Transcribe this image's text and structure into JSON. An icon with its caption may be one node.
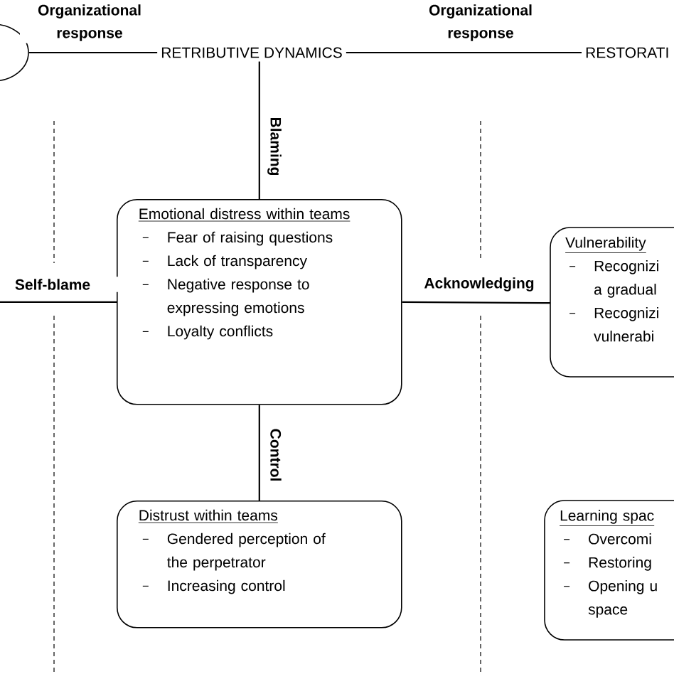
{
  "diagram": {
    "nodes": [
      {
        "text": [],
        "shape": "ellipse"
      },
      {
        "text": [
          "RETRIBUTIVE DYNAMICS"
        ]
      },
      {
        "text": [
          "RESTORATI"
        ]
      },
      {
        "text": [
          "Emotional distress within teams",
          "Fear of raising questions",
          "Lack of transparency",
          "Negative response to expressing emotions",
          "Loyalty conflicts"
        ]
      },
      {
        "text": [
          "Vulnerability",
          "Recognizi a gradual",
          "Recognizi vulnerabi"
        ]
      },
      {
        "text": [
          "Distrust within teams",
          "Gendered perception of the perpetrator",
          "Increasing control"
        ]
      },
      {
        "text": [
          "Learning spac",
          "Overcomi",
          "Restoring",
          "Opening u space"
        ]
      }
    ],
    "edges": [
      {
        "from": 0,
        "to": 1,
        "arrow": "none",
        "label": "Organizational response"
      },
      {
        "from": 1,
        "to": 2,
        "arrow": "none",
        "label": "Organizational response"
      },
      {
        "from": 1,
        "to": 3,
        "arrow": "none",
        "label": "Blaming"
      },
      {
        "from": null,
        "to": 3,
        "arrow": "none",
        "label": "Self-blame"
      },
      {
        "from": 3,
        "to": 4,
        "arrow": "none",
        "label": "Acknowledging"
      },
      {
        "from": 3,
        "to": 5,
        "arrow": "none",
        "label": "Control"
      }
    ]
  }
}
